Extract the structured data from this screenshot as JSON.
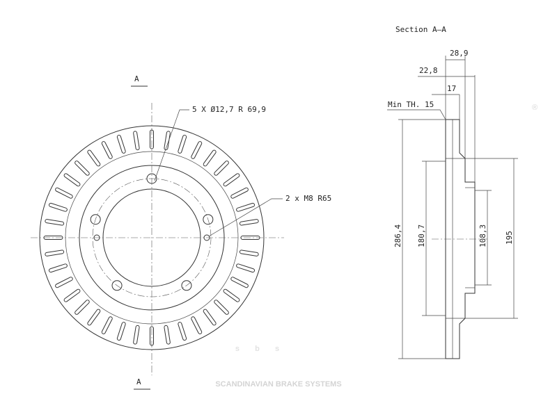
{
  "drawing": {
    "section_title": "Section A–A",
    "section_marker_top": "A",
    "section_marker_bottom": "A",
    "bolt_pattern_label": "5 X Ø12,7 R 69,9",
    "thread_label": "2 x M8 R65",
    "min_thickness_label": "Min TH. 15",
    "dimensions": {
      "overall_thickness": "28,9",
      "hat_height": "22,8",
      "hat_thickness": "17",
      "outer_diameter": "286,4",
      "inner_ring_diameter": "180,7",
      "center_bore": "108,3",
      "hat_diameter": "195"
    },
    "vent_count": 40,
    "bolt_hole_count": 5,
    "thread_hole_count": 2
  },
  "watermark": {
    "logo_text": "sbs",
    "registered_mark": "®",
    "brand_line": "SCANDINAVIAN BRAKE SYSTEMS",
    "color": "#dcdcdc"
  }
}
